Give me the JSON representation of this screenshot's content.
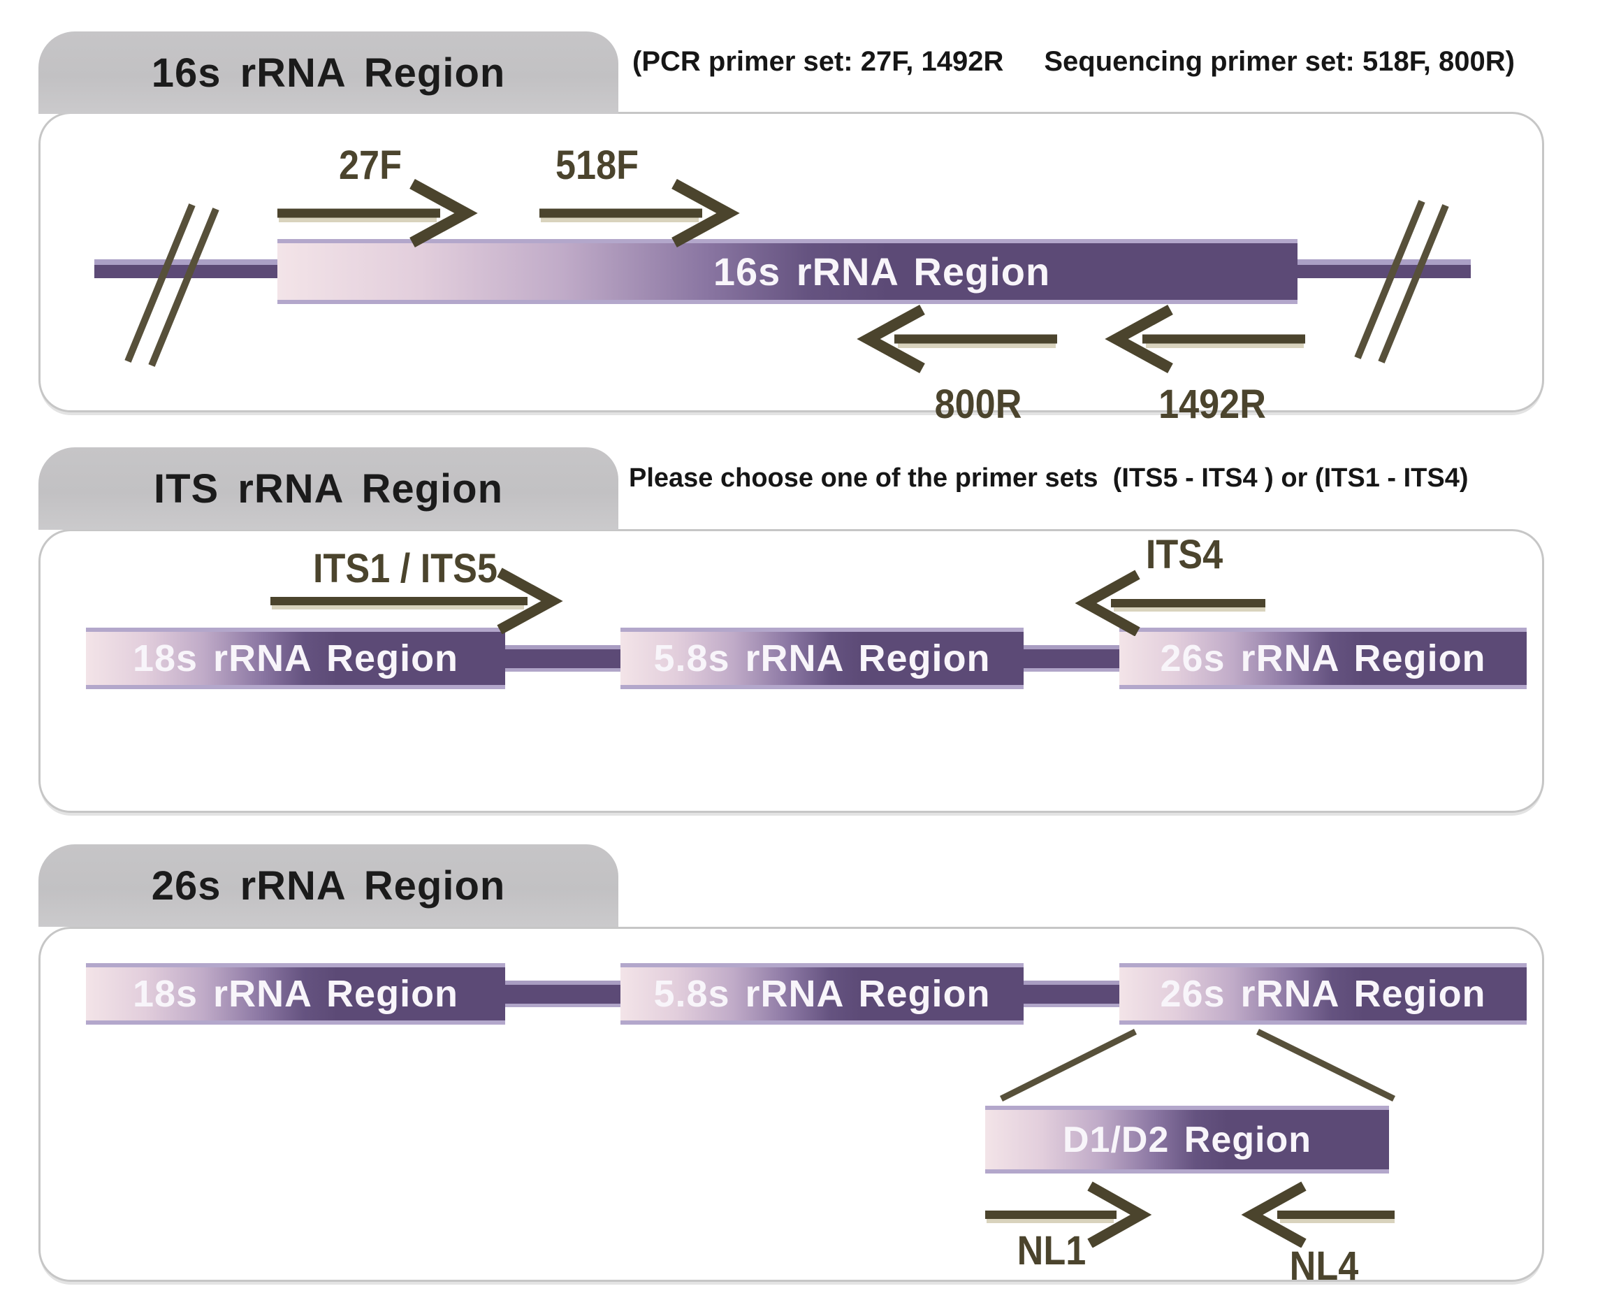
{
  "panels": {
    "p16s": {
      "title": "16s rRNA Region",
      "note_pcr": "(PCR primer set: 27F, 1492R",
      "note_seq": "Sequencing primer set: 518F, 800R)",
      "bar_label": "16s rRNA Region",
      "primer_27f": "27F",
      "primer_518f": "518F",
      "primer_800r": "800R",
      "primer_1492r": "1492R"
    },
    "pits": {
      "title": "ITS rRNA Region",
      "note": "Please choose one of the primer sets  (ITS5 - ITS4 ) or (ITS1 - ITS4)",
      "bar_18s": "18s rRNA Region",
      "bar_58s": "5.8s rRNA Region",
      "bar_26s": "26s rRNA Region",
      "primer_fwd": "ITS1 / ITS5",
      "primer_rev": "ITS4"
    },
    "p26s": {
      "title": "26s rRNA Region",
      "bar_18s": "18s rRNA Region",
      "bar_58s": "5.8s rRNA Region",
      "bar_26s": "26s rRNA Region",
      "bar_d1d2": "D1/D2 Region",
      "primer_fwd": "NL1",
      "primer_rev": "NL4"
    }
  },
  "colors": {
    "region_purple": "#5c4a76",
    "region_edge": "#aa9ec6",
    "gradient_pink": "#f3e4e8",
    "primer_olive": "#4b442d",
    "tab_gray": "#c5c4c6",
    "panel_border": "#c6c6c6"
  }
}
